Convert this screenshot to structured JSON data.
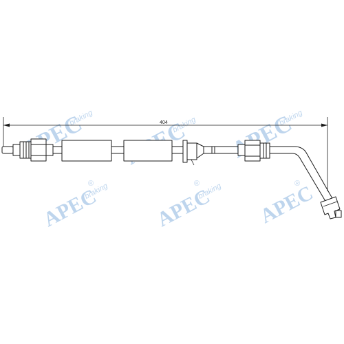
{
  "dimension": {
    "label": "404"
  },
  "watermark": {
    "brand": "APEC",
    "sub": "braking",
    "registered": "®",
    "color": "#8ab4e0"
  },
  "colors": {
    "line": "#1a1a1a",
    "background": "#ffffff"
  }
}
